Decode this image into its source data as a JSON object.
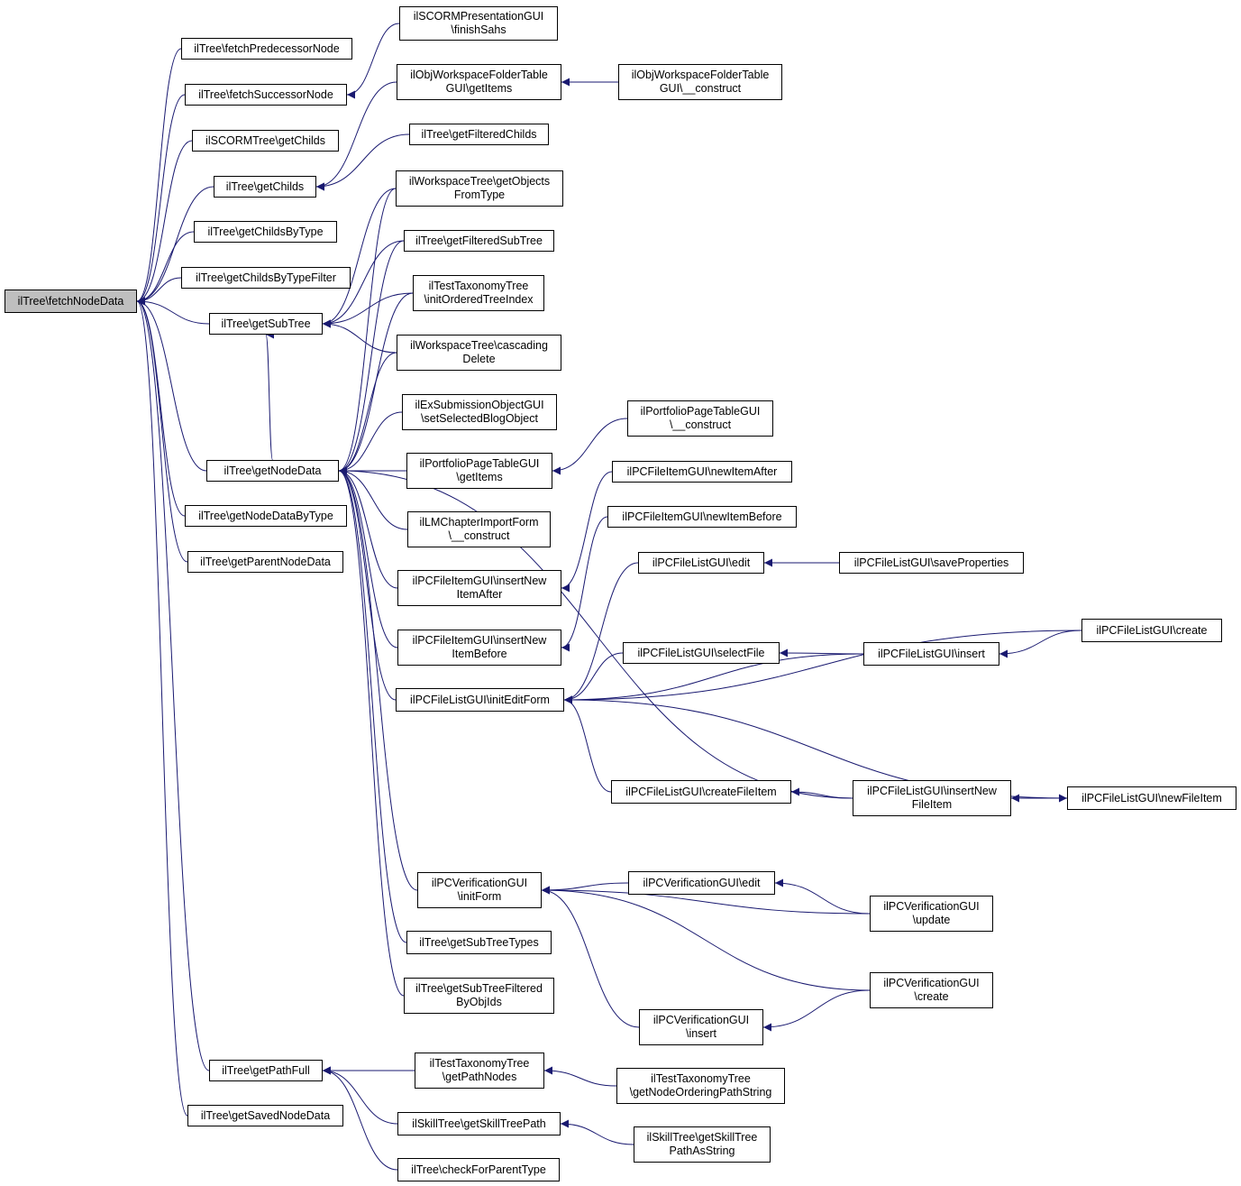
{
  "colors": {
    "edge": "#191970",
    "root_fill": "#bfbfbf",
    "node_fill": "#ffffff",
    "border": "#000000"
  },
  "nodes": [
    {
      "id": "n0",
      "label": "ilTree\\fetchNodeData",
      "root": true
    },
    {
      "id": "n1",
      "label": "ilTree\\fetchPredecessorNode"
    },
    {
      "id": "n2",
      "label": "ilTree\\fetchSuccessorNode"
    },
    {
      "id": "n3",
      "label": "ilSCORMTree\\getChilds"
    },
    {
      "id": "n4",
      "label": "ilTree\\getChilds"
    },
    {
      "id": "n5",
      "label": "ilTree\\getChildsByType"
    },
    {
      "id": "n6",
      "label": "ilTree\\getChildsByTypeFilter"
    },
    {
      "id": "n7",
      "label": "ilTree\\getSubTree"
    },
    {
      "id": "n8",
      "label": "ilTree\\getNodeData"
    },
    {
      "id": "n9",
      "label": "ilTree\\getNodeDataByType"
    },
    {
      "id": "n10",
      "label": "ilTree\\getParentNodeData"
    },
    {
      "id": "n11",
      "label": "ilTree\\getPathFull"
    },
    {
      "id": "n12",
      "label": "ilTree\\getSavedNodeData"
    },
    {
      "id": "n13",
      "label": "ilSCORMPresentationGUI\n\\finishSahs"
    },
    {
      "id": "n14",
      "label": "ilObjWorkspaceFolderTable\nGUI\\getItems"
    },
    {
      "id": "n15",
      "label": "ilObjWorkspaceFolderTable\nGUI\\__construct"
    },
    {
      "id": "n16",
      "label": "ilTree\\getFilteredChilds"
    },
    {
      "id": "n17",
      "label": "ilWorkspaceTree\\getObjects\nFromType"
    },
    {
      "id": "n18",
      "label": "ilTree\\getFilteredSubTree"
    },
    {
      "id": "n19",
      "label": "ilTestTaxonomyTree\n\\initOrderedTreeIndex"
    },
    {
      "id": "n20",
      "label": "ilWorkspaceTree\\cascading\nDelete"
    },
    {
      "id": "n21",
      "label": "ilExSubmissionObjectGUI\n\\setSelectedBlogObject"
    },
    {
      "id": "n22",
      "label": "ilPortfolioPageTableGUI\n\\getItems"
    },
    {
      "id": "n23",
      "label": "ilPortfolioPageTableGUI\n\\__construct"
    },
    {
      "id": "n24",
      "label": "ilLMChapterImportForm\n\\__construct"
    },
    {
      "id": "n25",
      "label": "ilPCFileItemGUI\\insertNew\nItemAfter"
    },
    {
      "id": "n26",
      "label": "ilPCFileItemGUI\\newItemAfter"
    },
    {
      "id": "n27",
      "label": "ilPCFileItemGUI\\newItemBefore"
    },
    {
      "id": "n28",
      "label": "ilPCFileItemGUI\\insertNew\nItemBefore"
    },
    {
      "id": "n29",
      "label": "ilPCFileListGUI\\edit"
    },
    {
      "id": "n30",
      "label": "ilPCFileListGUI\\saveProperties"
    },
    {
      "id": "n31",
      "label": "ilPCFileListGUI\\create"
    },
    {
      "id": "n32",
      "label": "ilPCFileListGUI\\selectFile"
    },
    {
      "id": "n33",
      "label": "ilPCFileListGUI\\insert"
    },
    {
      "id": "n34",
      "label": "ilPCFileListGUI\\initEditForm"
    },
    {
      "id": "n35",
      "label": "ilPCFileListGUI\\createFileItem"
    },
    {
      "id": "n36",
      "label": "ilPCFileListGUI\\insertNew\nFileItem"
    },
    {
      "id": "n37",
      "label": "ilPCFileListGUI\\newFileItem"
    },
    {
      "id": "n38",
      "label": "ilPCVerificationGUI\n\\initForm"
    },
    {
      "id": "n39",
      "label": "ilPCVerificationGUI\\edit"
    },
    {
      "id": "n40",
      "label": "ilPCVerificationGUI\n\\update"
    },
    {
      "id": "n41",
      "label": "ilTree\\getSubTreeTypes"
    },
    {
      "id": "n42",
      "label": "ilPCVerificationGUI\n\\create"
    },
    {
      "id": "n43",
      "label": "ilTree\\getSubTreeFiltered\nByObjIds"
    },
    {
      "id": "n44",
      "label": "ilPCVerificationGUI\n\\insert"
    },
    {
      "id": "n45",
      "label": "ilTestTaxonomyTree\n\\getPathNodes"
    },
    {
      "id": "n46",
      "label": "ilTestTaxonomyTree\n\\getNodeOrderingPathString"
    },
    {
      "id": "n47",
      "label": "ilSkillTree\\getSkillTreePath"
    },
    {
      "id": "n48",
      "label": "ilSkillTree\\getSkillTree\nPathAsString"
    },
    {
      "id": "n49",
      "label": "ilTree\\checkForParentType"
    }
  ],
  "edges": [
    [
      "n1",
      "n0"
    ],
    [
      "n2",
      "n0"
    ],
    [
      "n3",
      "n0"
    ],
    [
      "n4",
      "n0"
    ],
    [
      "n5",
      "n0"
    ],
    [
      "n6",
      "n0"
    ],
    [
      "n7",
      "n0"
    ],
    [
      "n8",
      "n0"
    ],
    [
      "n9",
      "n0"
    ],
    [
      "n10",
      "n0"
    ],
    [
      "n11",
      "n0"
    ],
    [
      "n12",
      "n0"
    ],
    [
      "n13",
      "n2"
    ],
    [
      "n14",
      "n4"
    ],
    [
      "n16",
      "n4"
    ],
    [
      "n15",
      "n14"
    ],
    [
      "n17",
      "n7"
    ],
    [
      "n18",
      "n7"
    ],
    [
      "n19",
      "n7"
    ],
    [
      "n20",
      "n7"
    ],
    [
      "n8",
      "n7"
    ],
    [
      "n17",
      "n8"
    ],
    [
      "n18",
      "n8"
    ],
    [
      "n19",
      "n8"
    ],
    [
      "n20",
      "n8"
    ],
    [
      "n21",
      "n8"
    ],
    [
      "n22",
      "n8"
    ],
    [
      "n24",
      "n8"
    ],
    [
      "n25",
      "n8"
    ],
    [
      "n28",
      "n8"
    ],
    [
      "n34",
      "n8"
    ],
    [
      "n36",
      "n8"
    ],
    [
      "n38",
      "n8"
    ],
    [
      "n41",
      "n8"
    ],
    [
      "n43",
      "n8"
    ],
    [
      "n23",
      "n22"
    ],
    [
      "n26",
      "n25"
    ],
    [
      "n27",
      "n28"
    ],
    [
      "n30",
      "n29"
    ],
    [
      "n29",
      "n34"
    ],
    [
      "n32",
      "n34"
    ],
    [
      "n33",
      "n34"
    ],
    [
      "n31",
      "n34"
    ],
    [
      "n35",
      "n34"
    ],
    [
      "n37",
      "n34"
    ],
    [
      "n33",
      "n32"
    ],
    [
      "n31",
      "n33"
    ],
    [
      "n36",
      "n35"
    ],
    [
      "n37",
      "n36"
    ],
    [
      "n36",
      "n37"
    ],
    [
      "n39",
      "n38"
    ],
    [
      "n40",
      "n38"
    ],
    [
      "n42",
      "n38"
    ],
    [
      "n44",
      "n38"
    ],
    [
      "n40",
      "n39"
    ],
    [
      "n42",
      "n44"
    ],
    [
      "n45",
      "n11"
    ],
    [
      "n47",
      "n11"
    ],
    [
      "n49",
      "n11"
    ],
    [
      "n46",
      "n45"
    ],
    [
      "n48",
      "n47"
    ]
  ]
}
